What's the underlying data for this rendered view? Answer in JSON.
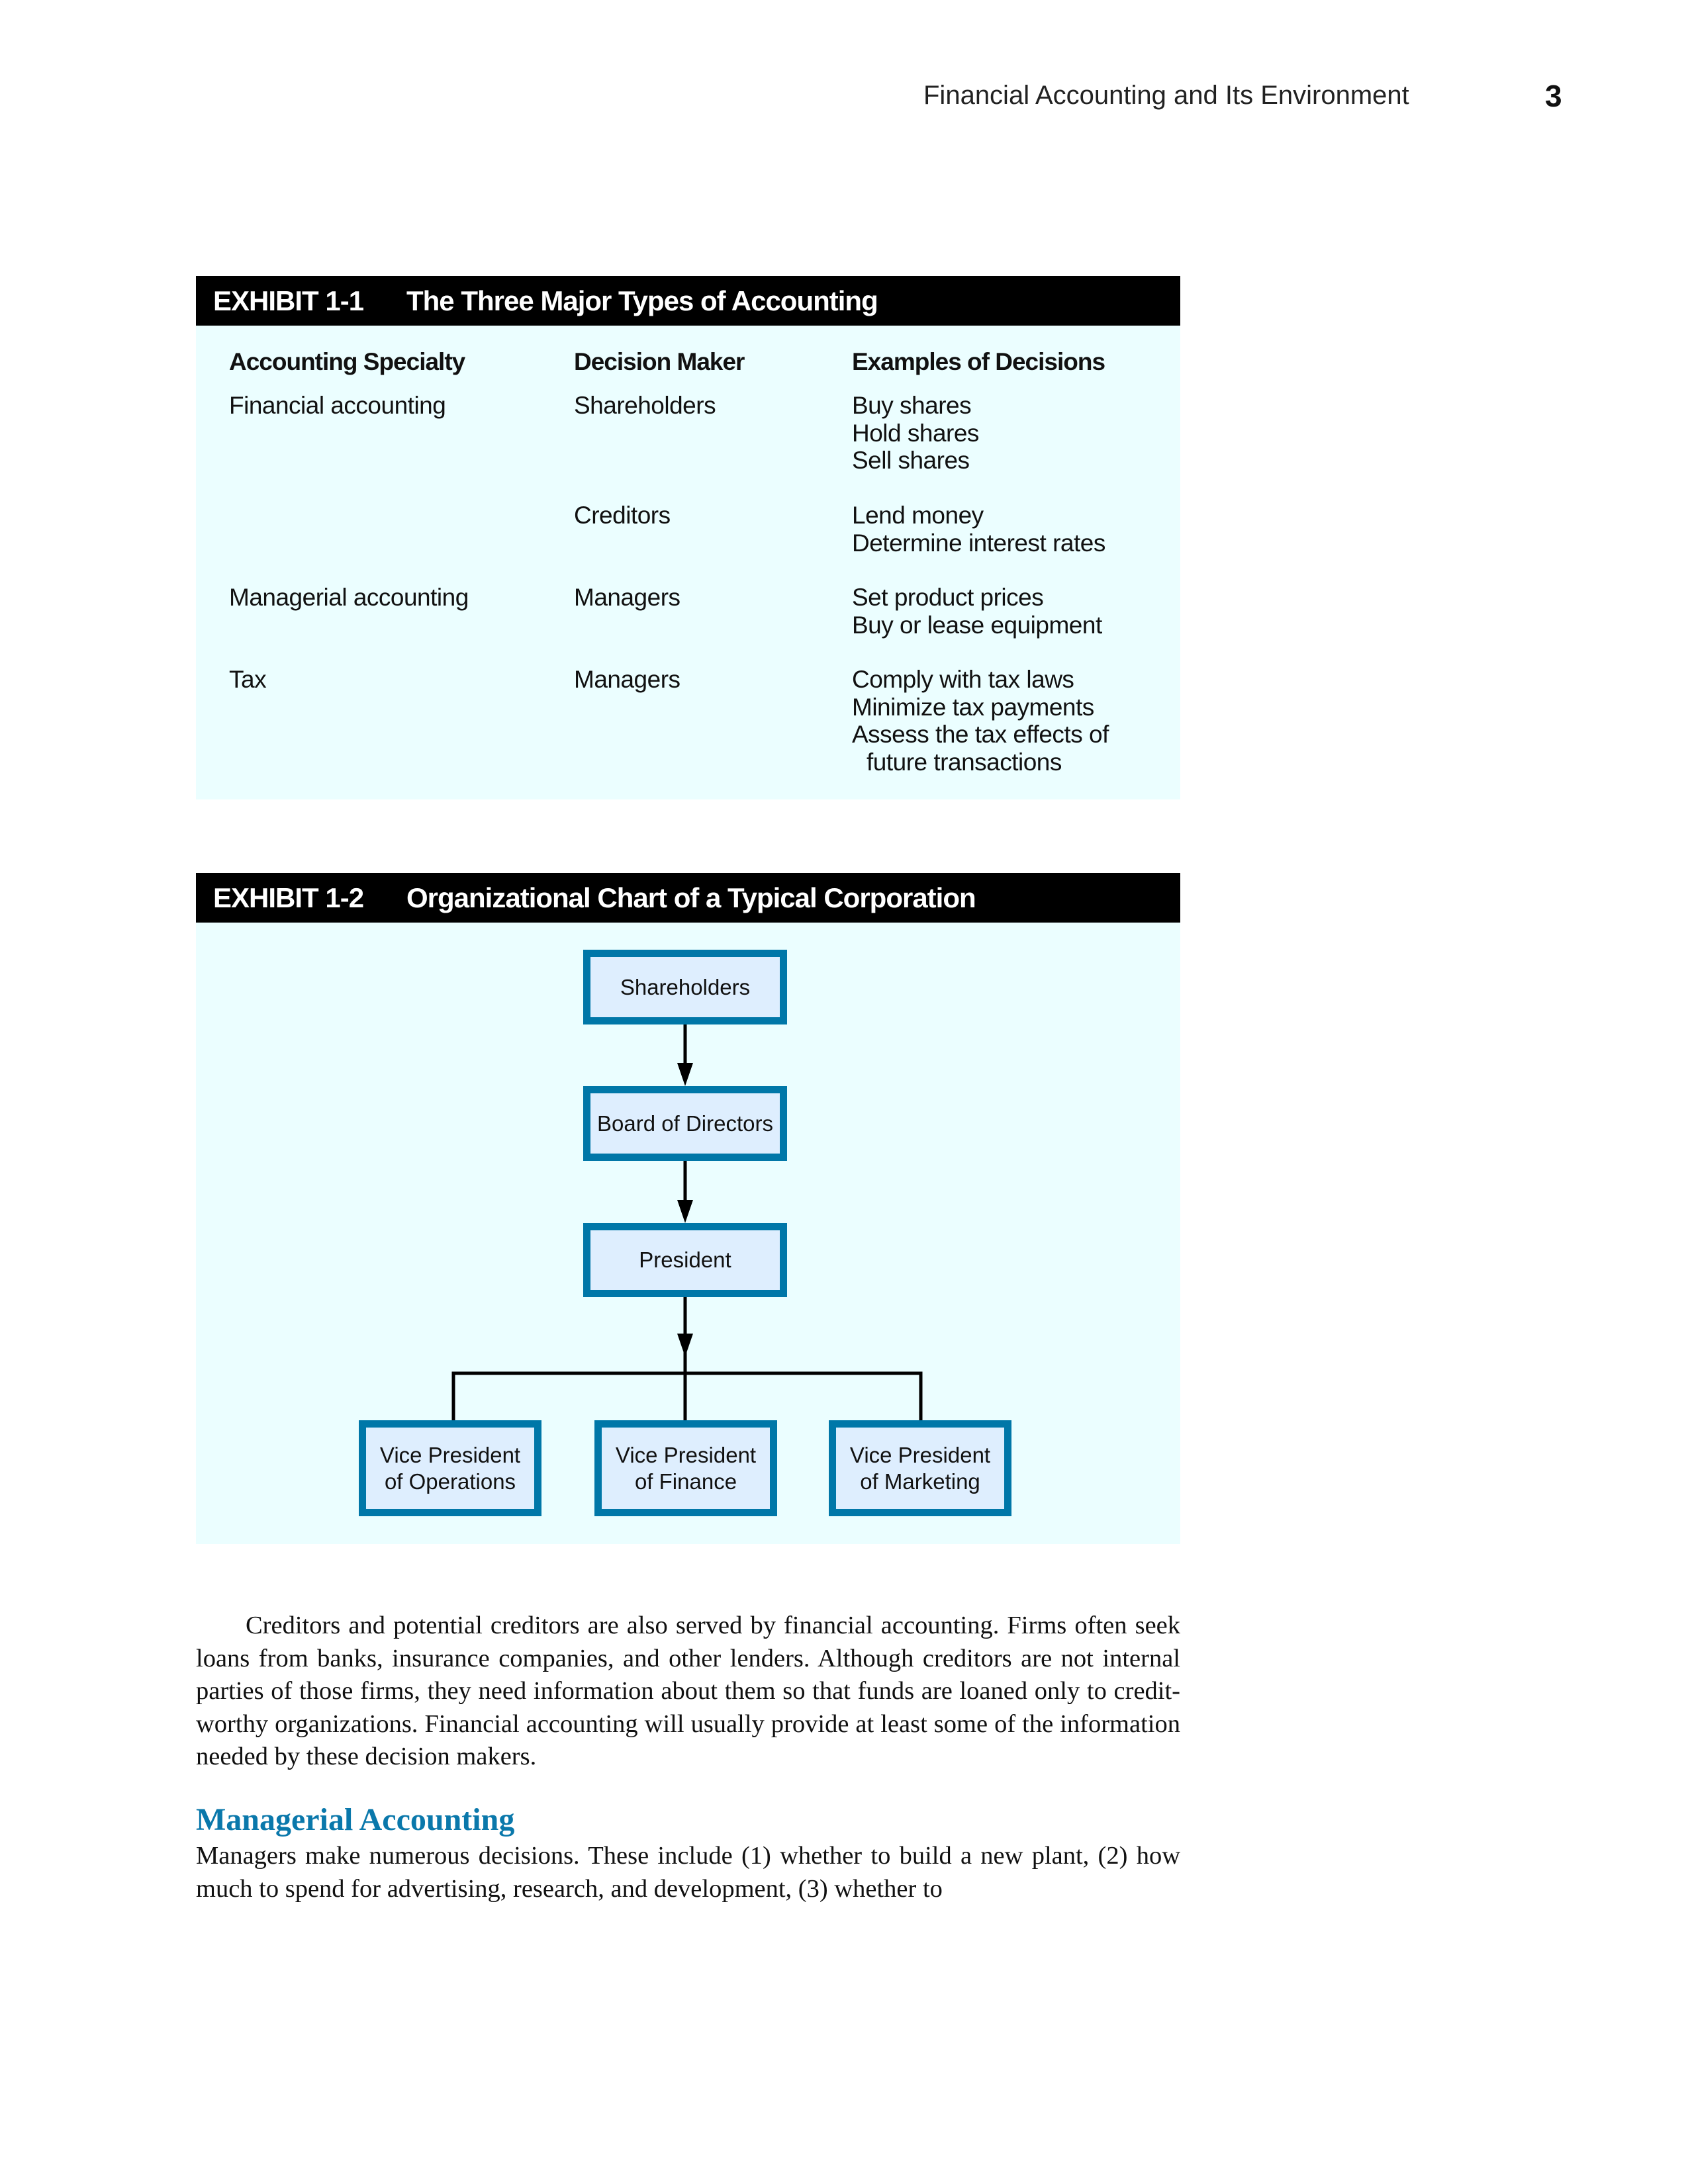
{
  "running_head": {
    "title": "Financial Accounting and Its Environment",
    "page_number": "3"
  },
  "exhibit1": {
    "label": "EXHIBIT 1-1",
    "title": "The Three Major Types of Accounting",
    "columns": [
      "Accounting Specialty",
      "Decision Maker",
      "Examples of Decisions"
    ],
    "rows": [
      {
        "specialty": "Financial accounting",
        "maker": "Shareholders",
        "decisions": [
          "Buy shares",
          "Hold shares",
          "Sell shares"
        ]
      },
      {
        "specialty": "",
        "maker": "Creditors",
        "decisions": [
          "Lend money",
          "Determine interest rates"
        ]
      },
      {
        "specialty": "Managerial accounting",
        "maker": "Managers",
        "decisions": [
          "Set product prices",
          "Buy or lease equipment"
        ]
      },
      {
        "specialty": "Tax",
        "maker": "Managers",
        "decisions": [
          "Comply with tax laws",
          "Minimize tax payments",
          "Assess the tax effects of",
          "future transactions"
        ]
      }
    ]
  },
  "exhibit2": {
    "label": "EXHIBIT 1-2",
    "title": "Organizational Chart of a Typical Corporation",
    "nodes": {
      "shareholders": "Shareholders",
      "board": "Board of Directors",
      "president": "President",
      "vp_operations": [
        "Vice President",
        "of Operations"
      ],
      "vp_finance": [
        "Vice President",
        "of Finance"
      ],
      "vp_marketing": [
        "Vice President",
        "of Marketing"
      ]
    }
  },
  "body": {
    "paragraph1": "Creditors and potential creditors are also served by financial accounting. Firms often seek loans from banks, insurance companies, and other lenders. Although creditors are not internal parties of those firms, they need information about them so that funds are loaned only to credit-worthy organizations. Financial accounting will usually provide at least some of the information needed by these decision makers.",
    "heading": "Managerial Accounting",
    "paragraph2": "Managers make numerous decisions. These include (1) whether to build a new plant, (2) how much to spend for advertising, research, and development, (3) whether to"
  },
  "colors": {
    "accent": "#0077a8",
    "panel": "#ebfeff",
    "box_fill": "#deeefe",
    "heading": "#0a78ab"
  }
}
